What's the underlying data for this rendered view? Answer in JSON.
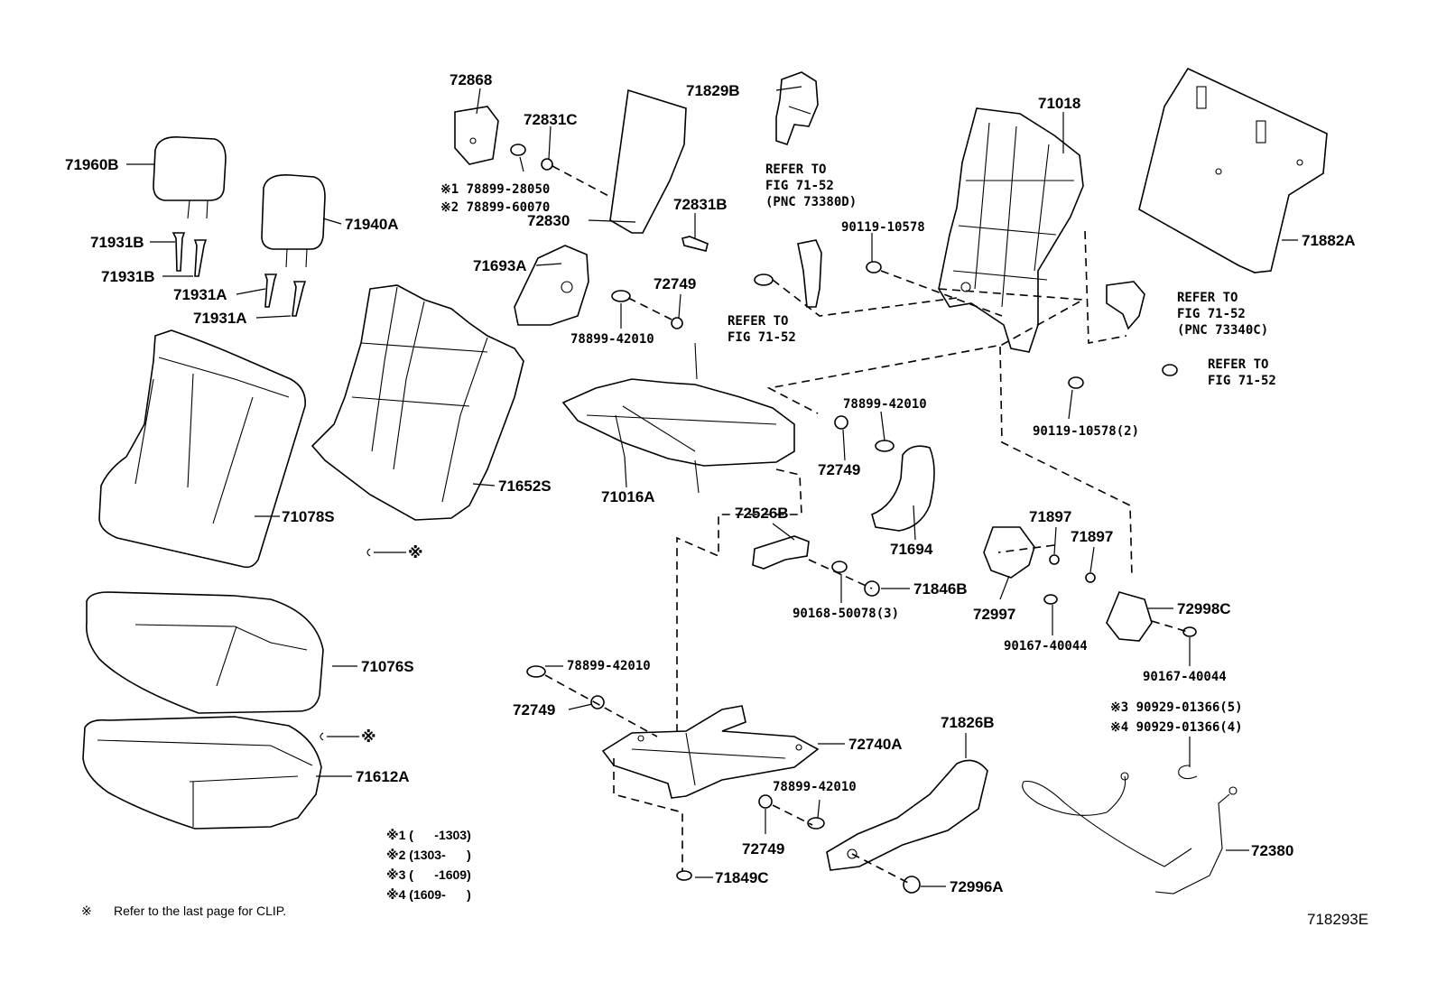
{
  "labels": {
    "p72868": "72868",
    "p72831C": "72831C",
    "p71829B": "71829B",
    "p71018": "71018",
    "p71960B": "71960B",
    "p78899_28050": "※1 78899-28050",
    "p78899_60070": "※2 78899-60070",
    "p72830": "72830",
    "p72831B": "72831B",
    "p71940A": "71940A",
    "p71931B_1": "71931B",
    "p71931B_2": "71931B",
    "p71931A_1": "71931A",
    "p71931A_2": "71931A",
    "p71693A": "71693A",
    "p72749_1": "72749",
    "p78899_42010_1": "78899-42010",
    "p90119_10578": "90119-10578",
    "p71882A": "71882A",
    "p78899_42010_2": "78899-42010",
    "p90119_10578_2": "90119-10578(2)",
    "p72749_2": "72749",
    "p71652S": "71652S",
    "p71016A": "71016A",
    "p71078S": "71078S",
    "p72526B": "72526B",
    "p71694": "71694",
    "p71897_1": "71897",
    "p71897_2": "71897",
    "p71846B": "71846B",
    "p72997": "72997",
    "p72998C": "72998C",
    "p90168_50078": "90168-50078(3)",
    "p90167_40044_1": "90167-40044",
    "p90167_40044_2": "90167-40044",
    "p71076S": "71076S",
    "p78899_42010_3": "78899-42010",
    "p72749_3": "72749",
    "p72740A": "72740A",
    "p71826B": "71826B",
    "p90929_01366_5": "※3 90929-01366(5)",
    "p90929_01366_4": "※4 90929-01366(4)",
    "p71612A": "71612A",
    "p78899_42010_4": "78899-42010",
    "p72749_4": "72749",
    "p72380": "72380",
    "p71849C": "71849C",
    "p72996A": "72996A",
    "clip_mark_1": "※",
    "clip_mark_2": "※"
  },
  "references": {
    "ref1_line1": "REFER TO",
    "ref1_line2": "FIG 71-52",
    "ref1_line3": "(PNC 73380D)",
    "ref2_line1": "REFER TO",
    "ref2_line2": "FIG 71-52",
    "ref3_line1": "REFER TO",
    "ref3_line2": "FIG 71-52",
    "ref3_line3": "(PNC 73340C)",
    "ref4_line1": "REFER TO",
    "ref4_line2": "FIG 71-52"
  },
  "footnotes": {
    "note1": "※1 (      -1303)",
    "note2": "※2 (1303-      )",
    "note3": "※3 (      -1609)",
    "note4": "※4 (1609-      )",
    "clip_note_mark": "※",
    "clip_note_text": "Refer to the last page for CLIP."
  },
  "figure_code": "718293E"
}
